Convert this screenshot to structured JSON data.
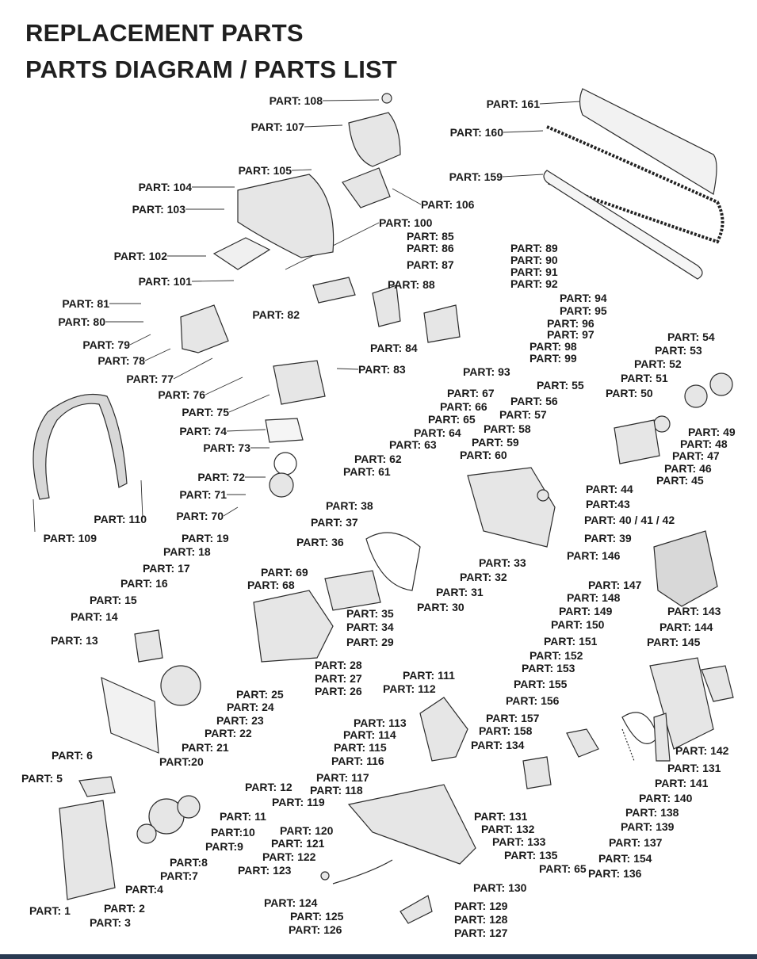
{
  "title_lines": [
    "REPLACEMENT PARTS",
    "PARTS  DIAGRAM / PARTS LIST"
  ],
  "colors": {
    "text": "#1a1a1a",
    "line": "#333333",
    "part_fill": "#e6e6e6",
    "part_stroke": "#2b2b2b",
    "bottom_bar": "#2a3a52"
  },
  "labels": [
    "PART: 108",
    "PART: 107",
    "PART: 105",
    "PART: 104",
    "PART: 103",
    "PART: 106",
    "PART: 100",
    "PART: 85",
    "PART: 86",
    "PART: 87",
    "PART: 102",
    "PART: 101",
    "PART: 88",
    "PART: 81",
    "PART: 80",
    "PART: 82",
    "PART: 79",
    "PART: 78",
    "PART: 84",
    "PART: 77",
    "PART: 83",
    "PART: 76",
    "PART: 75",
    "PART: 74",
    "PART: 73",
    "PART: 72",
    "PART: 71",
    "PART: 70",
    "PART: 110",
    "PART: 109",
    "PART: 161",
    "PART: 160",
    "PART: 159",
    "PART: 89",
    "PART: 90",
    "PART: 91",
    "PART: 92",
    "PART: 94",
    "PART: 95",
    "PART: 96",
    "PART: 97",
    "PART: 98",
    "PART: 99",
    "PART: 93",
    "PART: 54",
    "PART: 53",
    "PART: 52",
    "PART: 51",
    "PART: 50",
    "PART: 55",
    "PART: 56",
    "PART: 57",
    "PART: 58",
    "PART: 59",
    "PART: 60",
    "PART: 67",
    "PART: 66",
    "PART: 65",
    "PART: 64",
    "PART: 63",
    "PART: 62",
    "PART: 61",
    "PART: 49",
    "PART: 48",
    "PART: 47",
    "PART: 46",
    "PART: 45",
    "PART: 44",
    "PART:43",
    "PART: 40 / 41 / 42",
    "PART: 39",
    "PART: 146",
    "PART: 38",
    "PART: 37",
    "PART: 36",
    "PART: 19",
    "PART: 18",
    "PART: 17",
    "PART: 16",
    "PART: 15",
    "PART: 14",
    "PART: 13",
    "PART: 69",
    "PART: 68",
    "PART: 33",
    "PART: 32",
    "PART: 31",
    "PART: 30",
    "PART: 35",
    "PART: 34",
    "PART: 29",
    "PART: 28",
    "PART: 27",
    "PART: 26",
    "PART: 25",
    "PART: 24",
    "PART: 23",
    "PART: 22",
    "PART: 21",
    "PART:20",
    "PART: 147",
    "PART: 148",
    "PART: 149",
    "PART: 150",
    "PART: 151",
    "PART: 152",
    "PART: 153",
    "PART: 155",
    "PART: 156",
    "PART: 157",
    "PART: 158",
    "PART: 134",
    "PART: 143",
    "PART: 144",
    "PART: 145",
    "PART: 142",
    "PART: 131",
    "PART: 141",
    "PART: 140",
    "PART: 138",
    "PART: 139",
    "PART: 137",
    "PART: 154",
    "PART: 136",
    "PART: 111",
    "PART: 112",
    "PART: 113",
    "PART: 114",
    "PART: 115",
    "PART: 116",
    "PART: 117",
    "PART: 118",
    "PART: 119",
    "PART: 6",
    "PART: 5",
    "PART: 12",
    "PART: 11",
    "PART:10",
    "PART:9",
    "PART:8",
    "PART:7",
    "PART:4",
    "PART: 1",
    "PART: 2",
    "PART: 3",
    "PART: 120",
    "PART: 121",
    "PART: 122",
    "PART: 123",
    "PART: 124",
    "PART: 125",
    "PART: 126",
    "PART: 130",
    "PART: 129",
    "PART: 128",
    "PART: 127",
    "PART: 131",
    "PART: 132",
    "PART: 133",
    "PART: 135",
    "PART: 65"
  ]
}
